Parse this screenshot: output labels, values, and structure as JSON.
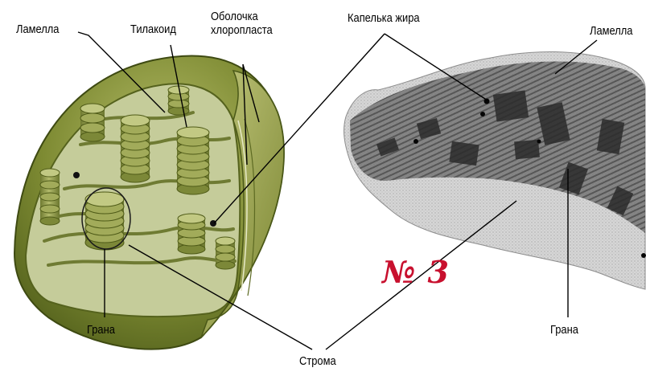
{
  "labels": {
    "lamella_left": "Ламелла",
    "thylakoid": "Тилакоид",
    "envelope_line1": "Оболочка",
    "envelope_line2": "хлоропласта",
    "lipid_droplet": "Капелька жира",
    "lamella_right": "Ламелла",
    "grana_left": "Грана",
    "grana_right": "Грана",
    "stroma": "Строма"
  },
  "badge": "№ 3",
  "colors": {
    "envelope_dark": "#5b6b1f",
    "envelope_light": "#a3ab5c",
    "stroma": "#c9cfa3",
    "grana": "#8e9a4b",
    "micrograph_light": "#d8d8d8",
    "micrograph_dark": "#3a3a3a",
    "badge": "#c8102e"
  }
}
